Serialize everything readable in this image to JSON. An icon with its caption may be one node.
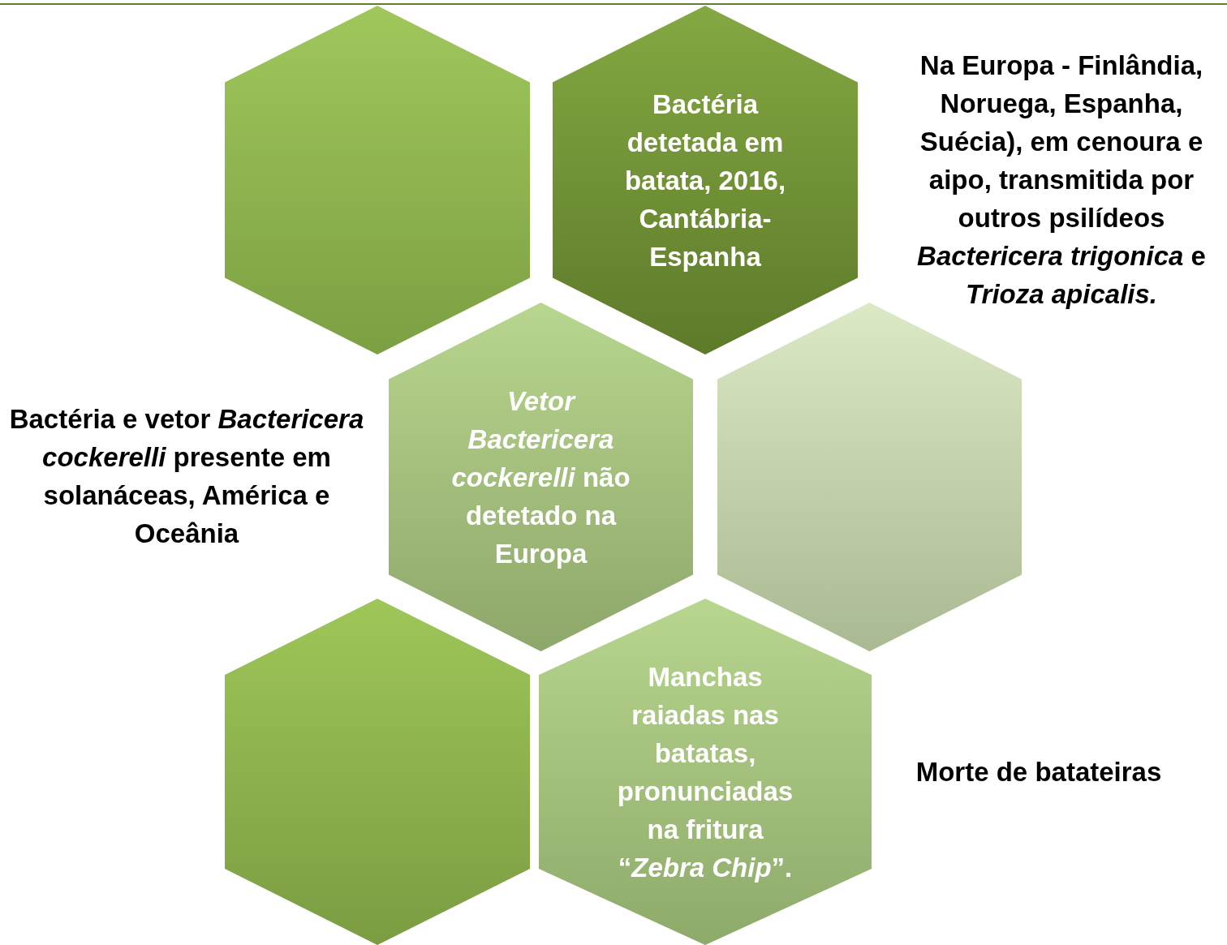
{
  "diagram": {
    "nodes": [
      {
        "text": [],
        "shape": "hexagon"
      },
      {
        "text": [
          "Bactéria detetada em batata, 2016, Cantábria-Espanha"
        ]
      },
      {
        "text": [
          "*Vetor Bactericera cockerelli* não detetado na Europa"
        ]
      },
      {
        "text": [],
        "shape": "hexagon"
      },
      {
        "text": [],
        "shape": "hexagon"
      },
      {
        "text": [
          "Manchas raiadas nas batatas, pronunciadas na fritura “*Zebra Chip*”."
        ]
      }
    ],
    "labels": [
      "Na Europa - Finlândia, Noruega, Espanha, Suécia), em cenoura e aipo, transmitida por outros psilídeos *Bactericera trigonica* e *Trioza apicalis.*",
      "Bactéria e vetor *Bactericera cockerelli* presente em solanáceas, América e Oceânia",
      "Morte de batateiras"
    ]
  }
}
